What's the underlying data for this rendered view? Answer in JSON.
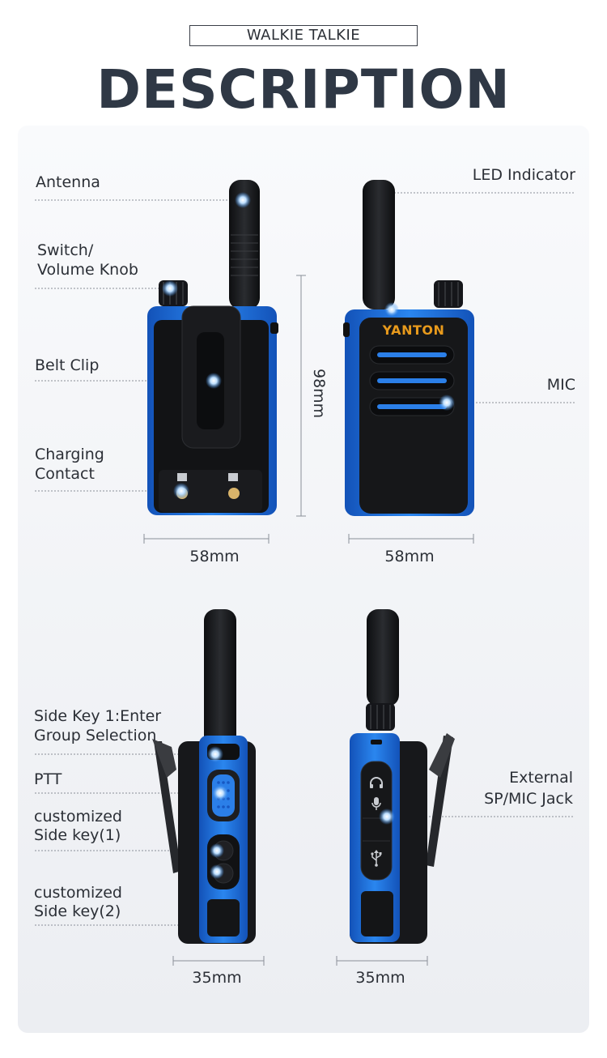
{
  "header": {
    "tag": "WALKIE TALKIE",
    "title": "DESCRIPTION"
  },
  "labels": {
    "antenna": "Antenna",
    "switch_line1": "Switch/",
    "switch_line2": "Volume Knob",
    "belt_clip": "Belt Clip",
    "charging_line1": "Charging",
    "charging_line2": "Contact",
    "led": "LED Indicator",
    "mic": "MIC",
    "side_key1_line1": "Side Key 1:Enter",
    "side_key1_line2": "Group Selection",
    "ptt": "PTT",
    "custom1_line1": "customized",
    "custom1_line2": "Side key(1)",
    "custom2_line1": "customized",
    "custom2_line2": "Side key(2)",
    "external_line1": "External",
    "external_line2": "SP/MIC Jack"
  },
  "dimensions": {
    "height": "98mm",
    "width_back": "58mm",
    "width_front": "58mm",
    "depth_left": "35mm",
    "depth_right": "35mm"
  },
  "brand": {
    "logo": "YANTON",
    "accent": "#1f6fe0",
    "body": "#1b1c1f",
    "logo_color": "#e89a1c"
  },
  "icons": {
    "headset": "headphones-icon",
    "mic": "microphone-icon",
    "usb": "usb-icon"
  }
}
